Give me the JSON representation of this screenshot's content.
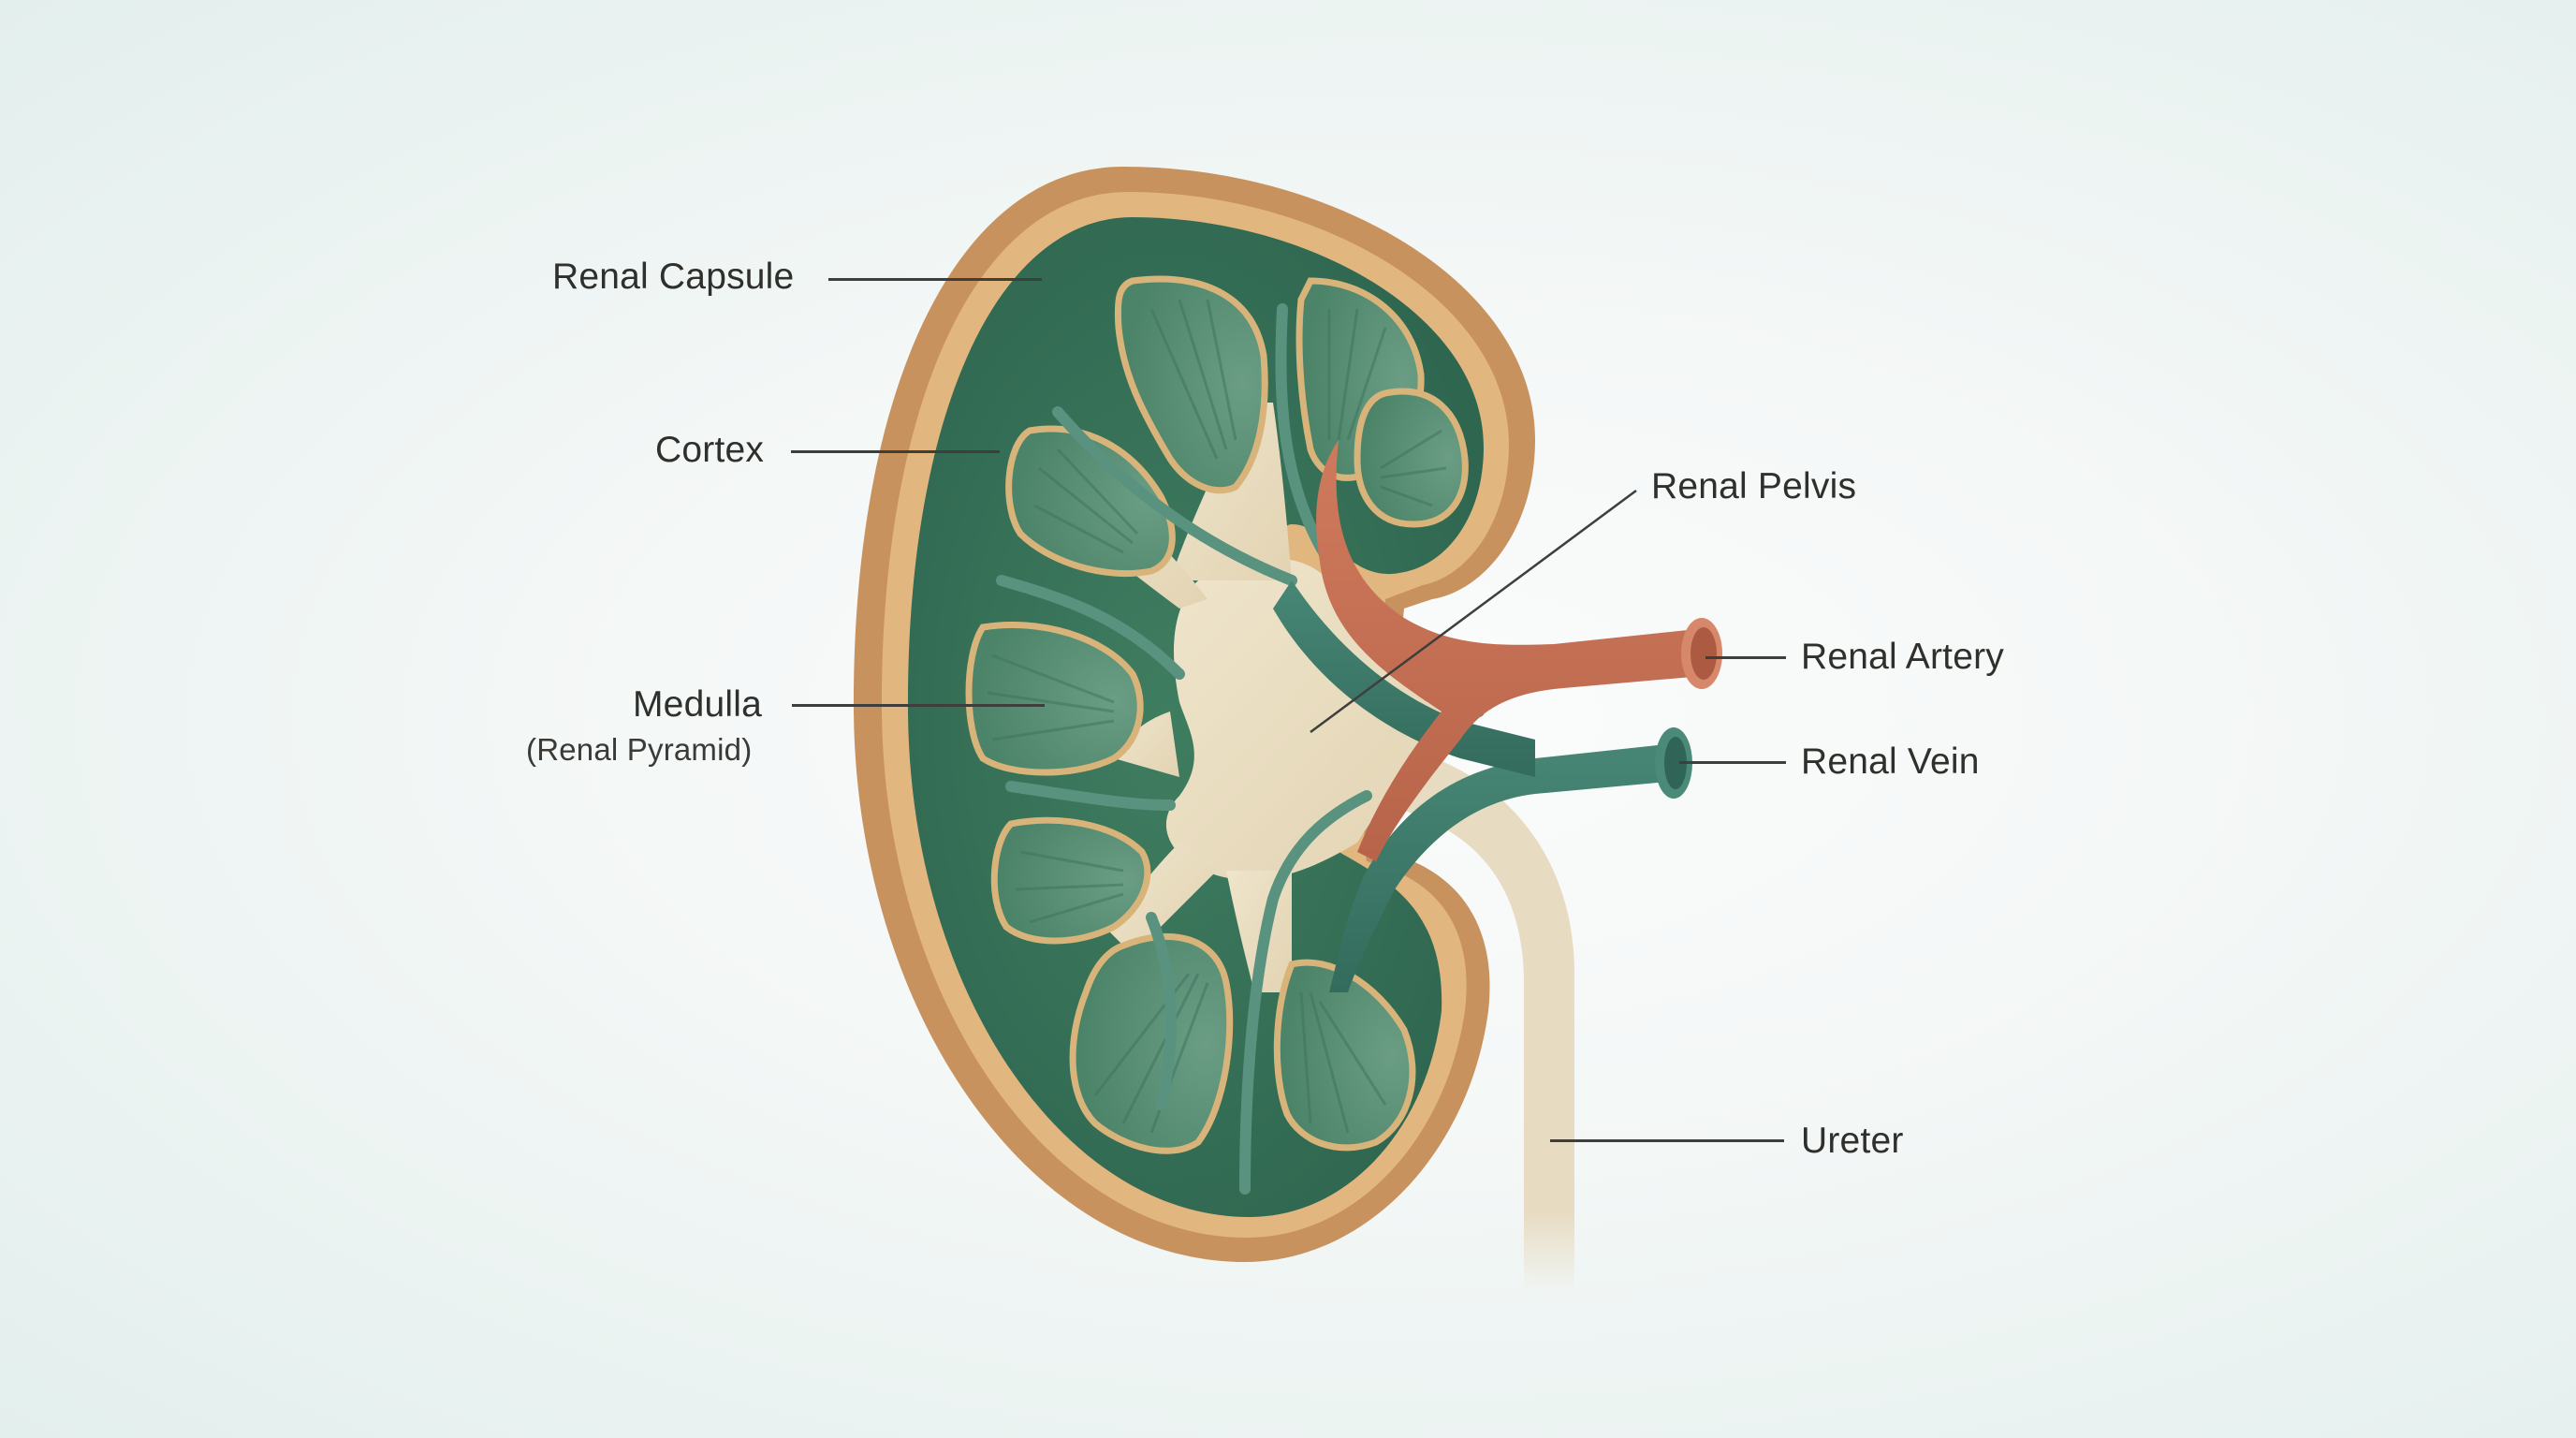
{
  "diagram": {
    "subject": "Kidney cross-section",
    "labels": [
      {
        "id": "renal-capsule",
        "text": "Renal Capsule"
      },
      {
        "id": "cortex",
        "text": "Cortex"
      },
      {
        "id": "medulla",
        "text": "Medulla",
        "subtext": "(Renal Pyramid)"
      },
      {
        "id": "renal-pelvis",
        "text": "Renal Pelvis"
      },
      {
        "id": "renal-artery",
        "text": "Renal Artery"
      },
      {
        "id": "renal-vein",
        "text": "Renal Vein"
      },
      {
        "id": "ureter",
        "text": "Ureter"
      }
    ],
    "colors": {
      "capsule": "#C8925E",
      "capsule_inner_rim": "#E2B67F",
      "cortex": "#3F7B5E",
      "cortex_dark": "#2E6049",
      "pyramid": "#5B9178",
      "pyramid_border": "#D9B47A",
      "pelvis": "#E8DCC0",
      "artery": "#C26E52",
      "vein": "#3D7A6A",
      "ureter": "#E6DAC0",
      "leader_line": "#3E3F3C",
      "text": "#2F2F2C"
    }
  }
}
